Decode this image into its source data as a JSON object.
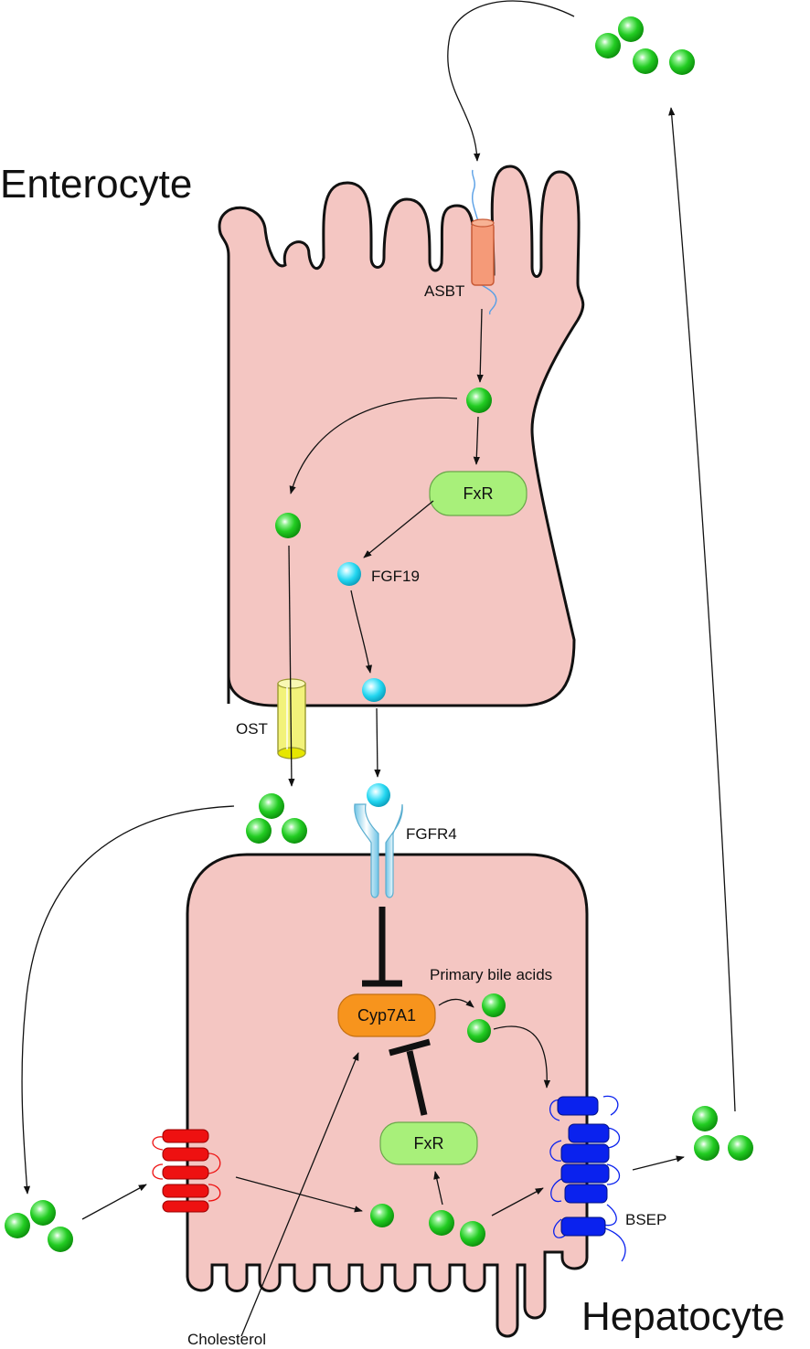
{
  "cells": {
    "enterocyte": "Enterocyte",
    "hepatocyte": "Hepatocyte"
  },
  "labels": {
    "asbt": "ASBT",
    "fxr_enterocyte": "FxR",
    "fgf19": "FGF19",
    "ost": "OST",
    "fgfr4": "FGFR4",
    "primary_bile_acids": "Primary bile acids",
    "cyp7a1": "Cyp7A1",
    "fxr_hepatocyte": "FxR",
    "bsep": "BSEP",
    "cholesterol": "Cholesterol"
  },
  "colors": {
    "cell_fill": "#f4c6c2",
    "bile_acid": "#22cc22",
    "fgf19": "#22d6f0",
    "fxr": "#a8f07a",
    "cyp7a1": "#f7941d",
    "asbt": "#f59a78",
    "ost": "#f2f27a",
    "ntcp": "#ee1111",
    "bsep": "#0a22ee",
    "fgfr4": "#8fd6ee"
  }
}
